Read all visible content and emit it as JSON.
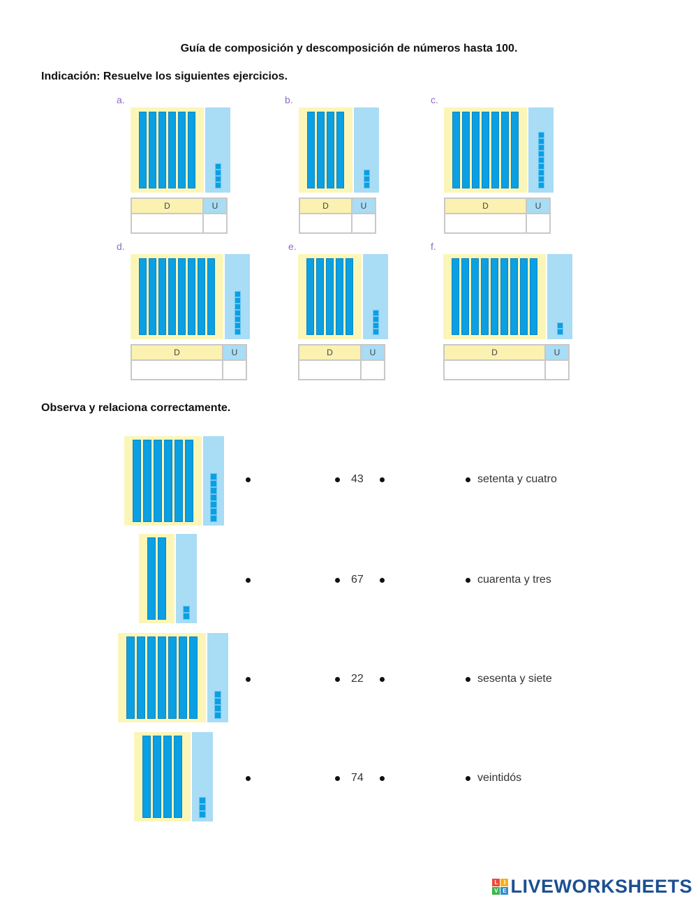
{
  "title": "Guía de composición y descomposición de números hasta 100.",
  "instruction": "Indicación: Resuelve los siguientes ejercicios.",
  "table_headers": {
    "tens": "D",
    "units": "U"
  },
  "exercises": [
    {
      "letter": "a.",
      "tens": 6,
      "units": 4
    },
    {
      "letter": "b.",
      "tens": 4,
      "units": 3
    },
    {
      "letter": "c.",
      "tens": 7,
      "units": 9
    },
    {
      "letter": "d.",
      "tens": 8,
      "units": 7
    },
    {
      "letter": "e.",
      "tens": 5,
      "units": 4
    },
    {
      "letter": "f.",
      "tens": 9,
      "units": 2
    }
  ],
  "match_heading": "Observa y relaciona correctamente.",
  "match_pictures": [
    {
      "tens": 6,
      "units": 7
    },
    {
      "tens": 2,
      "units": 2
    },
    {
      "tens": 7,
      "units": 4
    },
    {
      "tens": 4,
      "units": 3
    }
  ],
  "match_numbers": [
    "43",
    "67",
    "22",
    "74"
  ],
  "match_words": [
    "setenta y cuatro",
    "cuarenta y tres",
    "sesenta y siete",
    "veintidós"
  ],
  "brand": {
    "name": "LIVEWORKSHEETS",
    "logo_letters": [
      "L",
      "I",
      "V",
      "E"
    ],
    "logo_colors": [
      "#e94b3c",
      "#f6b21b",
      "#3db54a",
      "#2a8fd6"
    ]
  }
}
